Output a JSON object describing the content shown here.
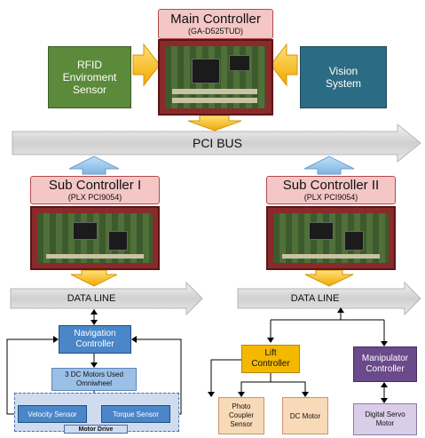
{
  "main_controller": {
    "title": "Main Controller",
    "subtitle": "(GA-D525TUD)"
  },
  "rfid": {
    "label": "RFID Enviroment Sensor"
  },
  "vision": {
    "label": "Vision System"
  },
  "pci_bus": {
    "label": "PCI BUS"
  },
  "sub1": {
    "title": "Sub Controller I",
    "subtitle": "(PLX PCI9054)"
  },
  "sub2": {
    "title": "Sub Controller II",
    "subtitle": "(PLX PCI9054)"
  },
  "dataline1": {
    "label": "DATA LINE"
  },
  "dataline2": {
    "label": "DATA LINE"
  },
  "nav": {
    "label": "Navigation Controller"
  },
  "dc_motors": {
    "label": "3 DC Motors Used Omniwheel"
  },
  "velocity": {
    "label": "Velocity Sensor"
  },
  "torque": {
    "label": "Torque Sensor"
  },
  "motor_drive": {
    "label": "Motor Drive"
  },
  "lift": {
    "label": "Lift Controller"
  },
  "photo": {
    "label": "Photo Coupler Sensor"
  },
  "dcmotor": {
    "label": "DC Motor"
  },
  "manip": {
    "label": "Manipulator Controller"
  },
  "servo": {
    "label": "Digital Servo Motor"
  },
  "colors": {
    "bus": "#d9d9d9",
    "arrow_yellow": "#f5b800",
    "pink": "#f4c6c6",
    "photo_frame": "#8a2a2a"
  }
}
